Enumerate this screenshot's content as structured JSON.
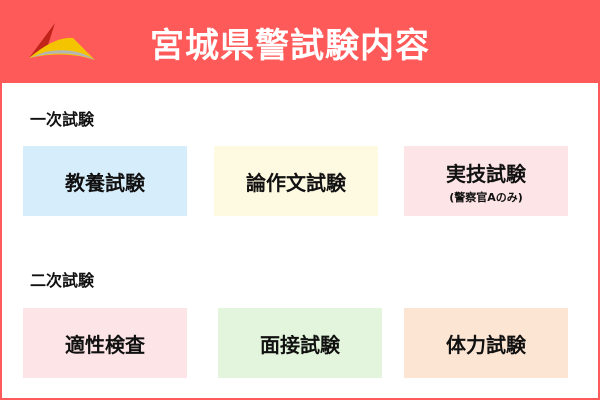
{
  "header": {
    "title": "宮城県警試験内容"
  },
  "sections": [
    {
      "label": "一次試験",
      "items": [
        {
          "label": "教養試験",
          "color": "#d6edfb"
        },
        {
          "label": "論作文試験",
          "color": "#fef9e1"
        },
        {
          "label": "実技試験",
          "note": "(警察官Aのみ)",
          "color": "#fde4e6"
        }
      ]
    },
    {
      "label": "二次試験",
      "items": [
        {
          "label": "適性検査",
          "color": "#fde4e6"
        },
        {
          "label": "面接試験",
          "color": "#e3f5dc"
        },
        {
          "label": "体力試験",
          "color": "#fde5d4"
        }
      ]
    }
  ]
}
